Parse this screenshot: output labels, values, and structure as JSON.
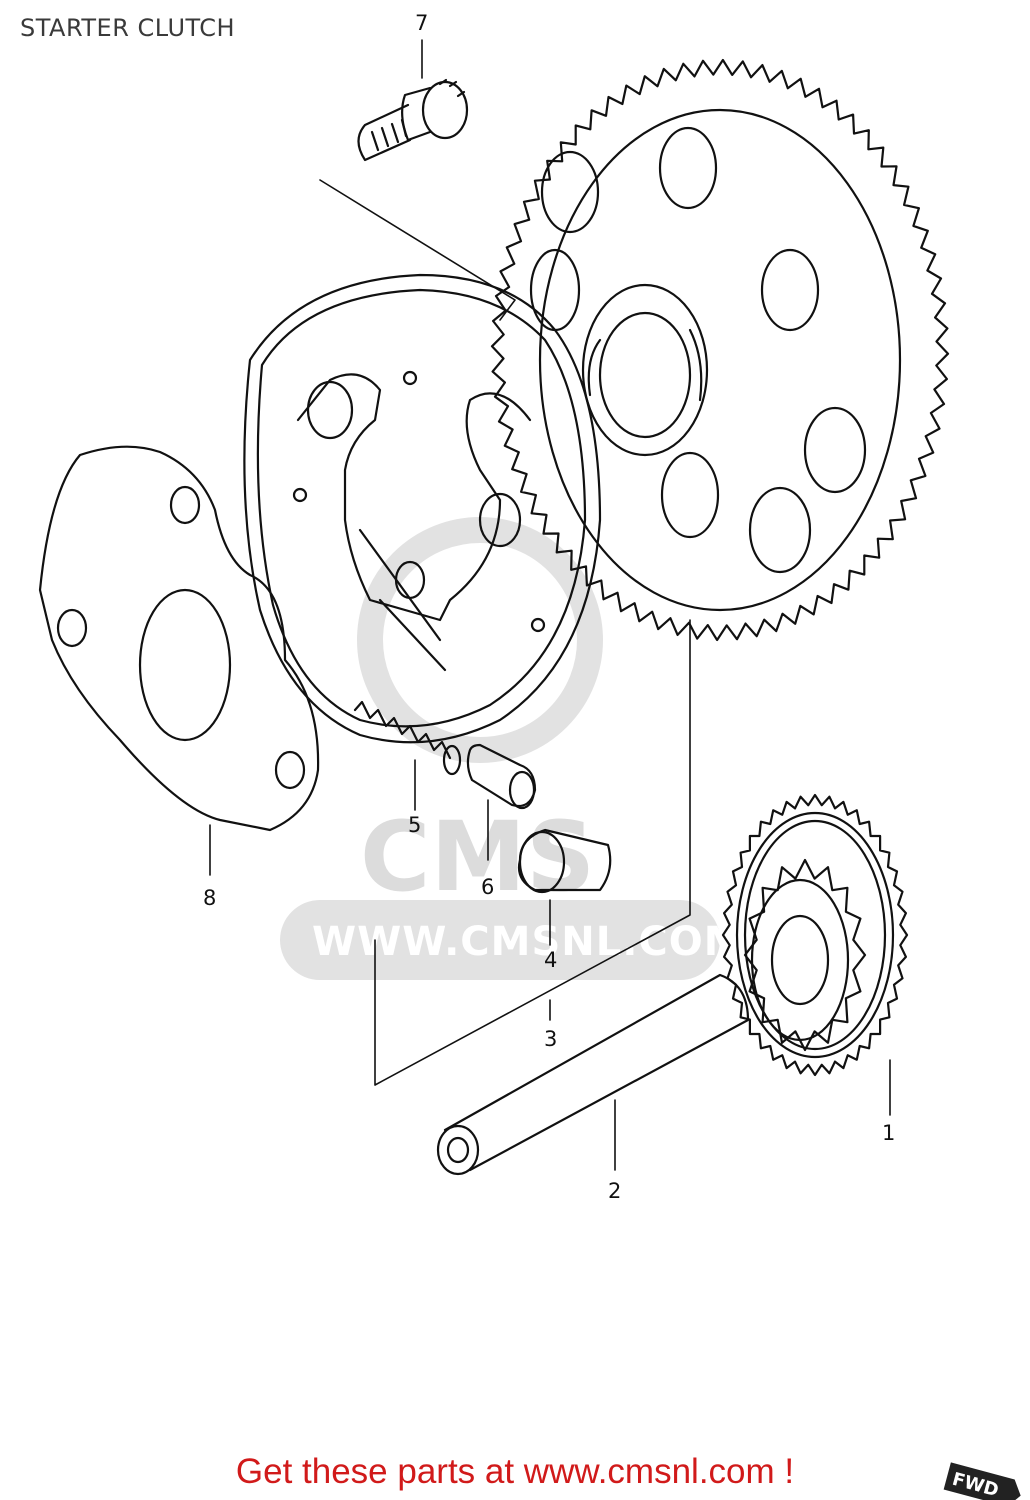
{
  "title": "STARTER CLUTCH",
  "footer": "Get these parts at www.cmsnl.com !",
  "watermark": {
    "brand": "CMS",
    "url": "WWW.CMSNL.COM"
  },
  "fwd_badge": "FWD",
  "callouts": [
    "1",
    "2",
    "3",
    "4",
    "5",
    "6",
    "7",
    "8"
  ],
  "colors": {
    "footer": "#d11a1a",
    "line": "#111111",
    "watermark": "#dcdcdc"
  }
}
